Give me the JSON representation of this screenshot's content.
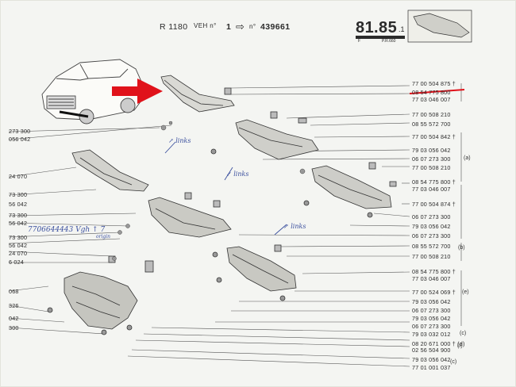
{
  "header": {
    "ref": "R 1180",
    "veh_label": "VEH n°",
    "veh_number": "1",
    "arrow_glyph": "⇨",
    "n_label": "n°",
    "number": "439661",
    "page_main": "81",
    "page_sub": ".85",
    "page_suffix": ".1",
    "small_f": "F",
    "small_pr": "P.R.660"
  },
  "right_refs": [
    "77 00 504 875 †",
    "08 54 775 800",
    "77 03 046 007",
    "77 00 508 210",
    "08 55 572 700",
    "77 00 504 842 †",
    "79 03 056 042",
    "06 07 273 300",
    "77 00 508 210",
    "08 54 775 800 †",
    "77 03 046 007",
    "77 00 504 874 †",
    "06 07 273 300",
    "79 03 056 042",
    "06 07 273 300",
    "08 55 572 700",
    "77 00 508 210",
    "08 54 775 800 †",
    "77 03 046 007",
    "77 00 524 069 †",
    "79 03 056 042",
    "06 07 273 300",
    "79 03 056 042",
    "06 07 273 300",
    "79 03 032 012",
    "08 20 671 000 † (d)",
    "02 56 504 900",
    "79 03 056 042",
    "77 01 001 037"
  ],
  "right_letters": {
    "a": "(a)",
    "b": "(b)",
    "e": "(e)",
    "c1": "(c)",
    "f": "(f)",
    "c2": "(c)"
  },
  "left_refs": [
    "273 300",
    "056 042",
    "24 070",
    "73 300",
    "56 042",
    "73 300",
    "56 042",
    "73 300",
    "56 042",
    "24 070",
    "6 024",
    "068",
    "326",
    "042",
    "300"
  ],
  "handwriting": {
    "note1": "↗ links",
    "note2": "↙ links",
    "note3": "↗ links",
    "note4": "7706644443 Vgh ↑ 7",
    "note5": "origin"
  },
  "colors": {
    "paper": "#f4f5f2",
    "ink": "#2b2b2b",
    "pen": "#3a4f9e",
    "marker": "#e0121a"
  }
}
